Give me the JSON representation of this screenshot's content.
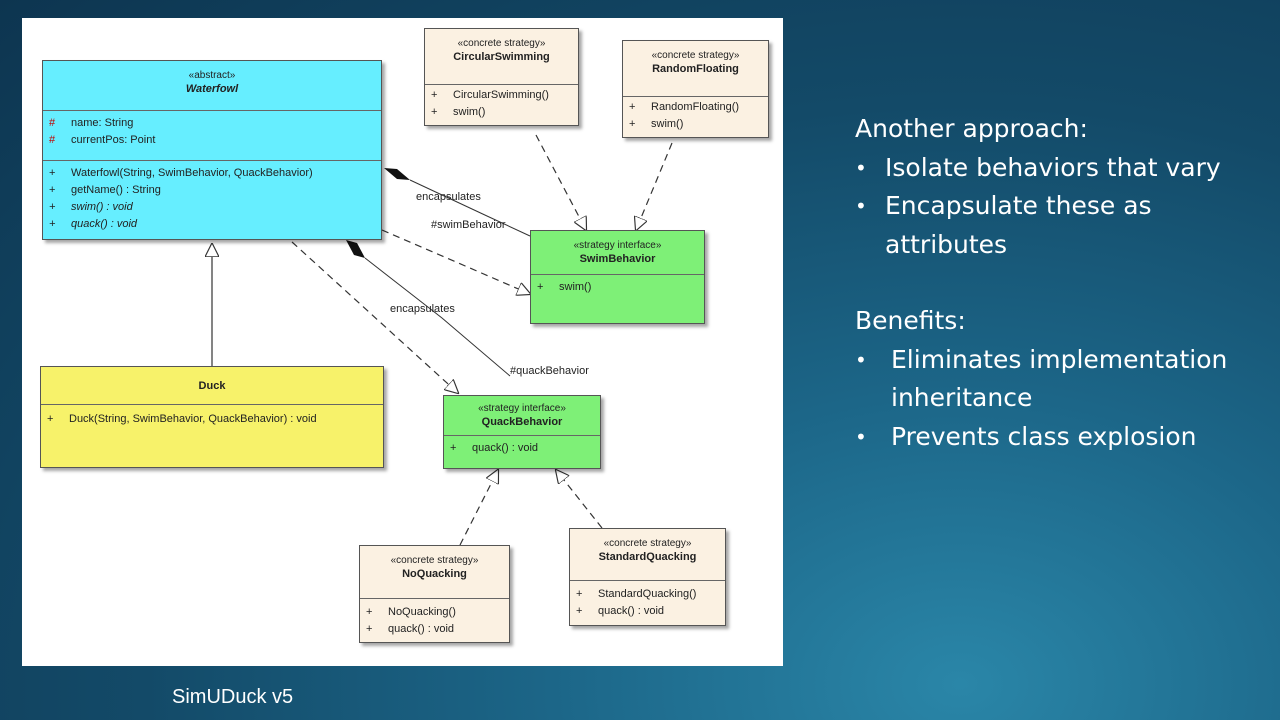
{
  "diagram": {
    "classes": {
      "waterfowl": {
        "stereotype": "«abstract»",
        "name": "Waterfowl",
        "attributes": [
          {
            "vis": "#",
            "text": "name:  String"
          },
          {
            "vis": "#",
            "text": "currentPos:  Point"
          }
        ],
        "operations": [
          {
            "vis": "+",
            "text": "Waterfowl(String, SwimBehavior, QuackBehavior)"
          },
          {
            "vis": "+",
            "text": "getName() : String"
          },
          {
            "vis": "+",
            "text": "swim() : void"
          },
          {
            "vis": "+",
            "text": "quack() : void"
          }
        ]
      },
      "duck": {
        "name": "Duck",
        "operations": [
          {
            "vis": "+",
            "text": "Duck(String, SwimBehavior, QuackBehavior) : void"
          }
        ]
      },
      "circular_swimming": {
        "stereotype": "«concrete strategy»",
        "name": "CircularSwimming",
        "operations": [
          {
            "vis": "+",
            "text": "CircularSwimming()"
          },
          {
            "vis": "+",
            "text": "swim()"
          }
        ]
      },
      "random_floating": {
        "stereotype": "«concrete strategy»",
        "name": "RandomFloating",
        "operations": [
          {
            "vis": "+",
            "text": "RandomFloating()"
          },
          {
            "vis": "+",
            "text": "swim()"
          }
        ]
      },
      "swim_behavior": {
        "stereotype": "«strategy interface»",
        "name": "SwimBehavior",
        "operations": [
          {
            "vis": "+",
            "text": "swim()"
          }
        ]
      },
      "quack_behavior": {
        "stereotype": "«strategy interface»",
        "name": "QuackBehavior",
        "operations": [
          {
            "vis": "+",
            "text": "quack() : void"
          }
        ]
      },
      "no_quacking": {
        "stereotype": "«concrete strategy»",
        "name": "NoQuacking",
        "operations": [
          {
            "vis": "+",
            "text": "NoQuacking()"
          },
          {
            "vis": "+",
            "text": "quack() : void"
          }
        ]
      },
      "standard_quacking": {
        "stereotype": "«concrete strategy»",
        "name": "StandardQuacking",
        "operations": [
          {
            "vis": "+",
            "text": "StandardQuacking()"
          },
          {
            "vis": "+",
            "text": "quack() : void"
          }
        ]
      }
    },
    "edge_labels": {
      "encapsulates_swim": "encapsulates",
      "swim_role": "#swimBehavior",
      "encapsulates_quack": "encapsulates",
      "quack_role": "#quackBehavior"
    }
  },
  "slide": {
    "approach_heading": "Another approach:",
    "approach_items": [
      "Isolate behaviors that vary",
      "Encapsulate these as attributes"
    ],
    "benefits_heading": "Benefits:",
    "benefits_items": [
      "Eliminates implementation inheritance",
      "Prevents class explosion"
    ],
    "caption": "SimUDuck v5"
  },
  "colors": {
    "abstract_class": "#66eeff",
    "concrete_class": "#f7f26a",
    "strategy_interface": "#7ef077",
    "concrete_strategy": "#fbf1e2",
    "background": "#134a68"
  }
}
